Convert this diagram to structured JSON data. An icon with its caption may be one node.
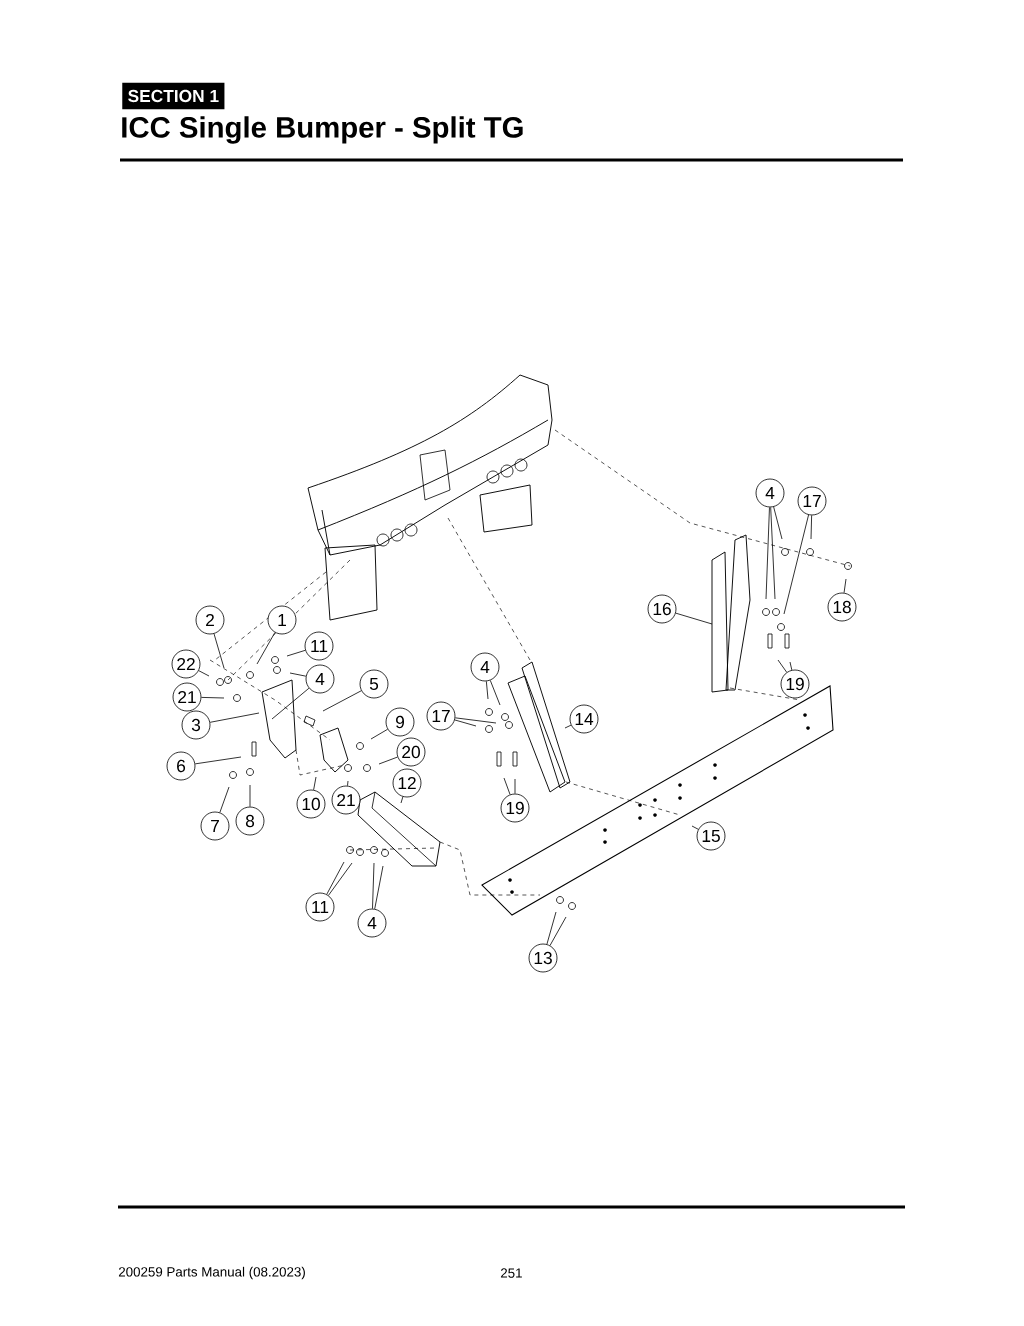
{
  "diagram": {
    "title": "ICC Single Bumper - Split TG",
    "nodes": [
      {
        "text": [
          "2"
        ]
      },
      {
        "text": [
          "1"
        ]
      },
      {
        "text": [
          "11"
        ]
      },
      {
        "text": [
          "22"
        ]
      },
      {
        "text": [
          "4"
        ]
      },
      {
        "text": [
          "5"
        ]
      },
      {
        "text": [
          "21"
        ]
      },
      {
        "text": [
          "3"
        ]
      },
      {
        "text": [
          "17"
        ]
      },
      {
        "text": [
          "4"
        ]
      },
      {
        "text": [
          "14"
        ]
      },
      {
        "text": [
          "9"
        ]
      },
      {
        "text": [
          "20"
        ]
      },
      {
        "text": [
          "6"
        ]
      },
      {
        "text": [
          "10"
        ]
      },
      {
        "text": [
          "21"
        ]
      },
      {
        "text": [
          "12"
        ]
      },
      {
        "text": [
          "19"
        ]
      },
      {
        "text": [
          "7"
        ]
      },
      {
        "text": [
          "8"
        ]
      },
      {
        "text": [
          "11"
        ]
      },
      {
        "text": [
          "4"
        ]
      },
      {
        "text": [
          "15"
        ]
      },
      {
        "text": [
          "13"
        ]
      },
      {
        "text": [
          "4"
        ]
      },
      {
        "text": [
          "17"
        ]
      },
      {
        "text": [
          "16"
        ]
      },
      {
        "text": [
          "18"
        ]
      },
      {
        "text": [
          "19"
        ]
      }
    ],
    "edges": [
      {
        "from": 0,
        "to": null,
        "arrow": "none"
      },
      {
        "from": 1,
        "to": null,
        "arrow": "none"
      },
      {
        "from": 2,
        "to": null,
        "arrow": "none"
      },
      {
        "from": 3,
        "to": null,
        "arrow": "none"
      },
      {
        "from": 4,
        "to": null,
        "arrow": "none"
      },
      {
        "from": 4,
        "to": null,
        "arrow": "none"
      },
      {
        "from": 5,
        "to": null,
        "arrow": "none"
      },
      {
        "from": 6,
        "to": null,
        "arrow": "none"
      },
      {
        "from": 7,
        "to": null,
        "arrow": "none"
      },
      {
        "from": 8,
        "to": null,
        "arrow": "none"
      },
      {
        "from": 8,
        "to": null,
        "arrow": "none"
      },
      {
        "from": 9,
        "to": null,
        "arrow": "none"
      },
      {
        "from": 9,
        "to": null,
        "arrow": "none"
      },
      {
        "from": 10,
        "to": null,
        "arrow": "none"
      },
      {
        "from": 11,
        "to": null,
        "arrow": "none"
      },
      {
        "from": 12,
        "to": null,
        "arrow": "none"
      },
      {
        "from": 13,
        "to": null,
        "arrow": "none"
      },
      {
        "from": 14,
        "to": null,
        "arrow": "none"
      },
      {
        "from": 15,
        "to": null,
        "arrow": "none"
      },
      {
        "from": 16,
        "to": null,
        "arrow": "none"
      },
      {
        "from": 17,
        "to": null,
        "arrow": "none"
      },
      {
        "from": 17,
        "to": null,
        "arrow": "none"
      },
      {
        "from": 18,
        "to": null,
        "arrow": "none"
      },
      {
        "from": 19,
        "to": null,
        "arrow": "none"
      },
      {
        "from": 20,
        "to": null,
        "arrow": "none"
      },
      {
        "from": 20,
        "to": null,
        "arrow": "none"
      },
      {
        "from": 21,
        "to": null,
        "arrow": "none"
      },
      {
        "from": 21,
        "to": null,
        "arrow": "none"
      },
      {
        "from": 22,
        "to": null,
        "arrow": "none"
      },
      {
        "from": 23,
        "to": null,
        "arrow": "none"
      },
      {
        "from": 23,
        "to": null,
        "arrow": "none"
      },
      {
        "from": 24,
        "to": null,
        "arrow": "none"
      },
      {
        "from": 24,
        "to": null,
        "arrow": "none"
      },
      {
        "from": 24,
        "to": null,
        "arrow": "none"
      },
      {
        "from": 25,
        "to": null,
        "arrow": "none"
      },
      {
        "from": 25,
        "to": null,
        "arrow": "none"
      },
      {
        "from": 26,
        "to": null,
        "arrow": "none"
      },
      {
        "from": 27,
        "to": null,
        "arrow": "none"
      },
      {
        "from": 28,
        "to": null,
        "arrow": "none"
      },
      {
        "from": 28,
        "to": null,
        "arrow": "none"
      }
    ],
    "labels": [
      "SECTION 1",
      "200259 Parts Manual (08.2023)",
      "251"
    ]
  }
}
